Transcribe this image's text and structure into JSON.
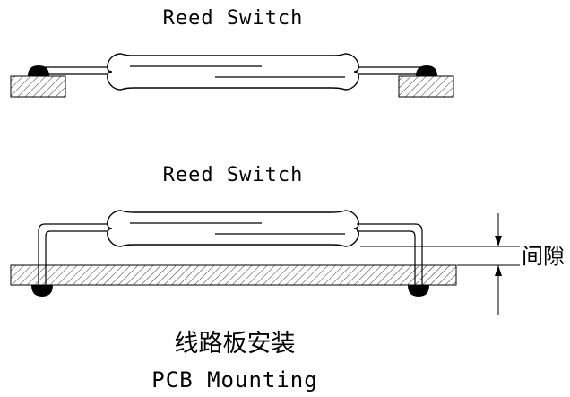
{
  "top_label": "Reed Switch",
  "bottom_label": "Reed Switch",
  "gap_label": "间隙",
  "caption_cn": "线路板安装",
  "caption_en": "PCB Mounting"
}
